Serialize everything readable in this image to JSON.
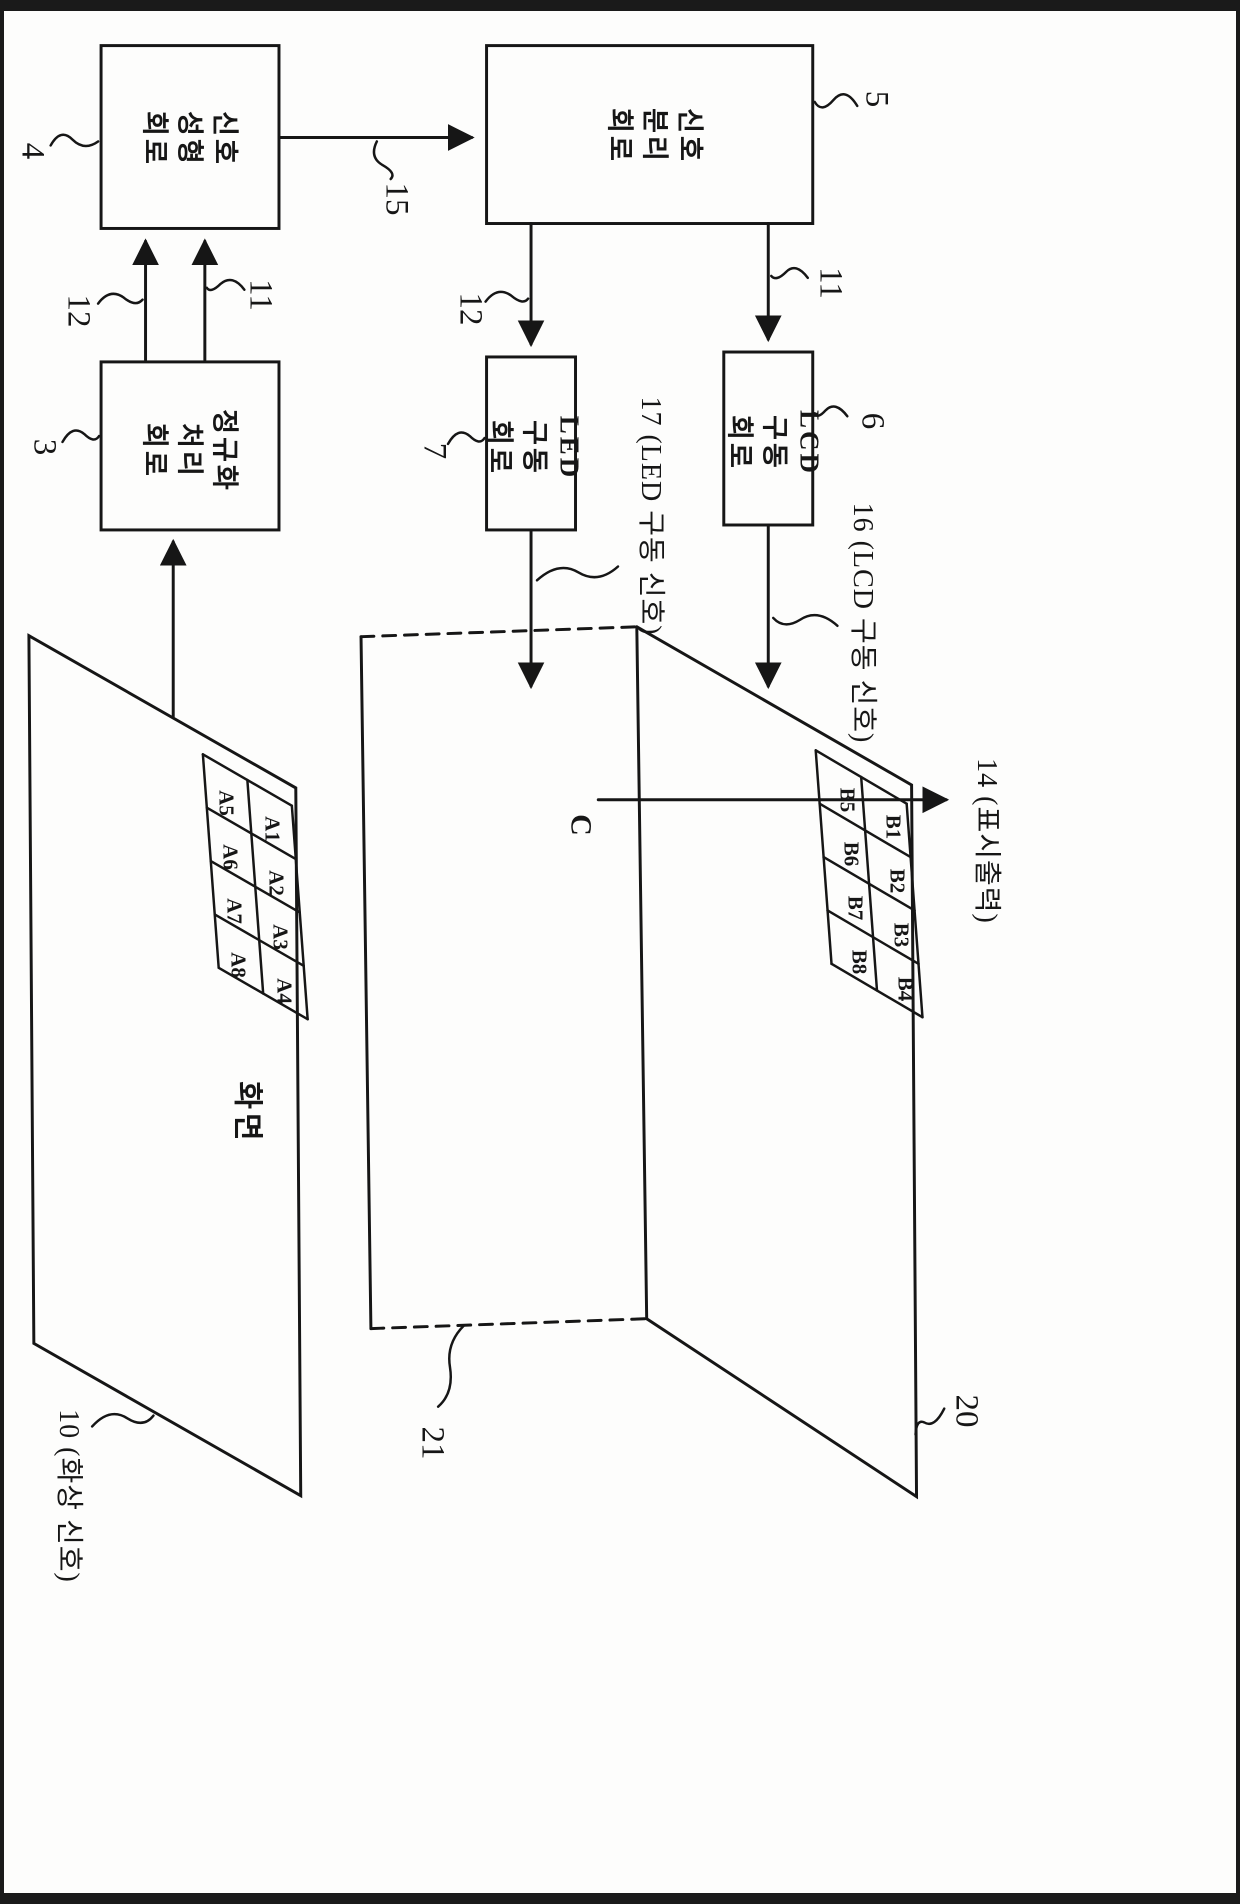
{
  "figure": {
    "kind": "patent-block-diagram"
  },
  "blocks": {
    "shaping": {
      "ref": "4",
      "label": "신호\n성형\n회로"
    },
    "separation": {
      "ref": "5",
      "label": "신호\n분리\n회로"
    },
    "normalization": {
      "ref": "3",
      "label": "정규화\n처리\n회로"
    },
    "led_driver": {
      "ref": "7",
      "label": "LED\n구동\n회로"
    },
    "lcd_driver": {
      "ref": "6",
      "label": "LCD\n구동\n회로"
    }
  },
  "signals": {
    "s15": "15",
    "s12_top": "12",
    "s11_top": "11",
    "s12_mid": "12",
    "s11_mid": "11",
    "s17": "17 (LED 구동 신호)",
    "s16": "16 (LCD 구동 신호)",
    "s14": "14 (표시출력)",
    "s10": "10 (화상 신호)"
  },
  "screen": {
    "label": "화면",
    "cells": [
      "A1",
      "A2",
      "A3",
      "A4",
      "A5",
      "A6",
      "A7",
      "A8"
    ]
  },
  "panel": {
    "ref20": "20",
    "ref21": "21",
    "corner": "C",
    "cells": [
      "B1",
      "B2",
      "B3",
      "B4",
      "B5",
      "B6",
      "B7",
      "B8"
    ]
  }
}
